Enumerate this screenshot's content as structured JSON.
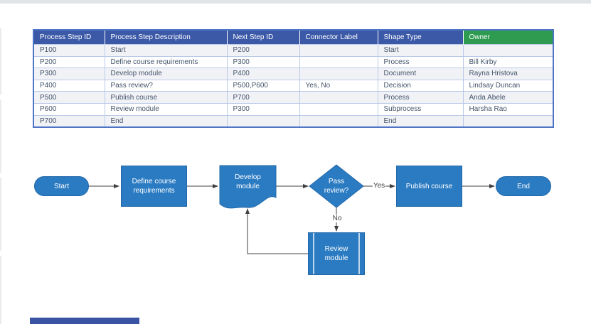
{
  "page": {
    "top_bar_color": "#e2e5e8",
    "bottom_accent_color": "#3a54a3"
  },
  "table": {
    "columns": [
      {
        "label": "Process Step ID",
        "header_bg": "#3c59a8"
      },
      {
        "label": "Process Step Description",
        "header_bg": "#3c59a8"
      },
      {
        "label": "Next Step ID",
        "header_bg": "#3c59a8"
      },
      {
        "label": "Connector Label",
        "header_bg": "#3c59a8"
      },
      {
        "label": "Shape Type",
        "header_bg": "#3c59a8"
      },
      {
        "label": "Owner",
        "header_bg": "#2e9b51"
      }
    ],
    "rows": [
      [
        "P100",
        "Start",
        "P200",
        "",
        "Start",
        ""
      ],
      [
        "P200",
        "Define course requirements",
        "P300",
        "",
        "Process",
        "Bill Kirby"
      ],
      [
        "P300",
        "Develop module",
        "P400",
        "",
        "Document",
        "Rayna Hristova"
      ],
      [
        "P400",
        "Pass review?",
        "P500,P600",
        "Yes, No",
        "Decision",
        "Lindsay Duncan"
      ],
      [
        "P500",
        "Publish course",
        "P700",
        "",
        "Process",
        "Anda Abele"
      ],
      [
        "P600",
        "Review module",
        "P300",
        "",
        "Subprocess",
        "Harsha Rao"
      ],
      [
        "P700",
        "End",
        "",
        "",
        "End",
        ""
      ]
    ]
  },
  "flowchart": {
    "shape_fill": "#2b7bc2",
    "shape_border": "#2368a9",
    "connector_color": "#404040",
    "nodes": {
      "start": {
        "label": "Start"
      },
      "define": {
        "line1": "Define course",
        "line2": "requirements"
      },
      "develop": {
        "line1": "Develop",
        "line2": "module"
      },
      "decision": {
        "line1": "Pass",
        "line2": "review?"
      },
      "publish": {
        "label": "Publish course"
      },
      "review": {
        "line1": "Review",
        "line2": "module"
      },
      "end": {
        "label": "End"
      }
    },
    "connector_labels": {
      "yes": "Yes",
      "no": "No"
    }
  }
}
